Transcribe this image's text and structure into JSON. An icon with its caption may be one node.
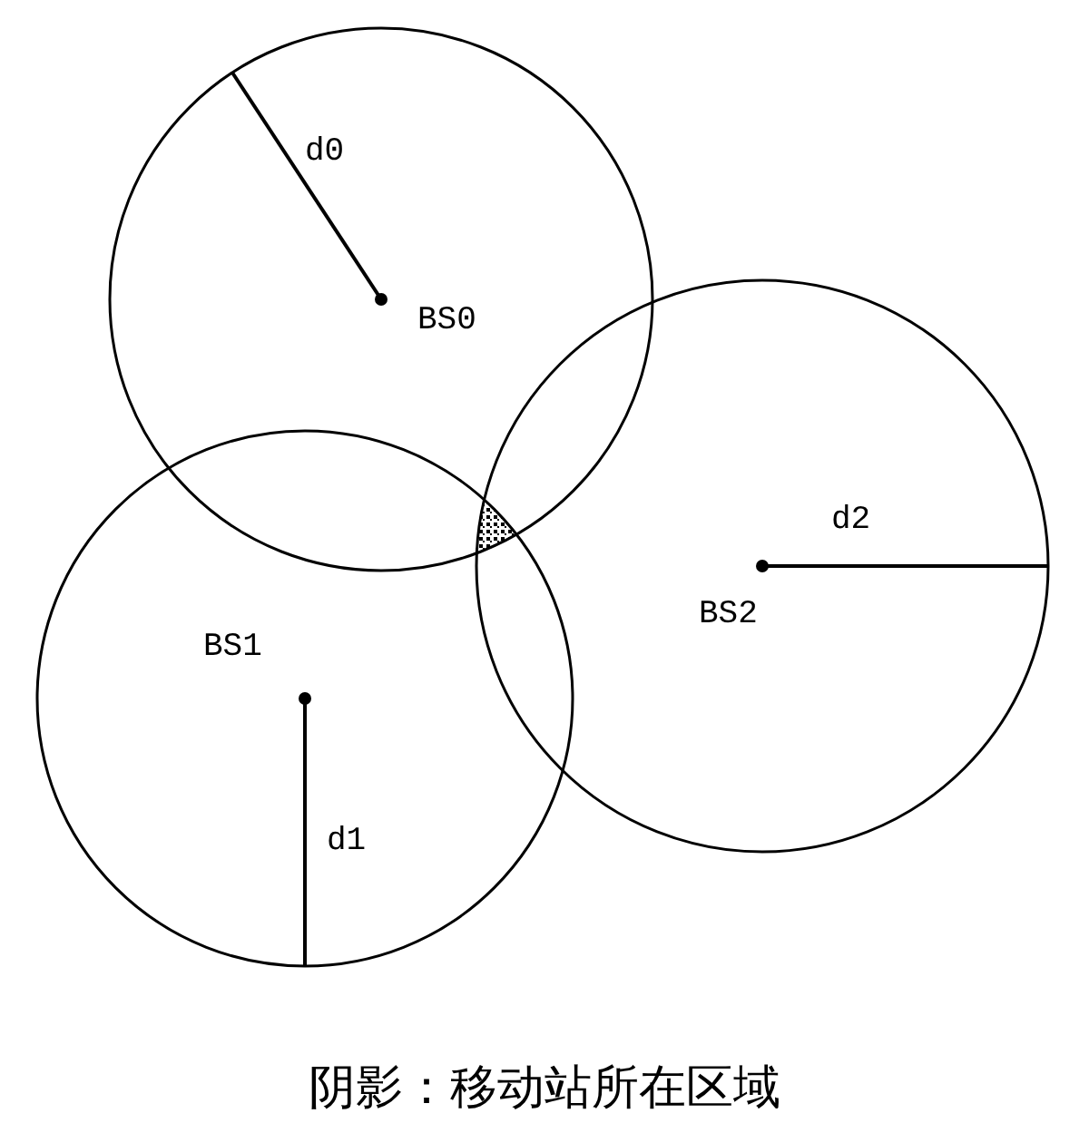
{
  "diagram": {
    "caption": "阴影：移动站所在区域",
    "nodes": [
      {
        "text": [
          "d0",
          "BS0"
        ]
      },
      {
        "text": [
          "BS1",
          "d1"
        ]
      },
      {
        "text": [
          "d2",
          "BS2"
        ]
      }
    ]
  }
}
